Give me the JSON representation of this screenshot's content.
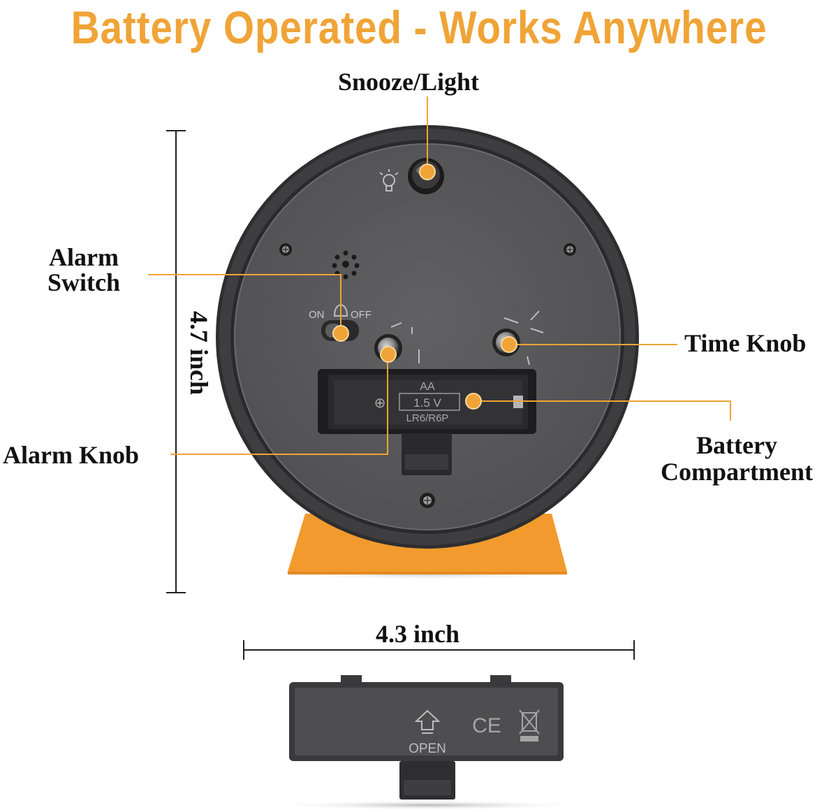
{
  "headline": {
    "text": "Battery Operated - Works Anywhere",
    "color": "#f0a437"
  },
  "labels": {
    "snooze_light": "Snooze/Light",
    "alarm_switch_line1": "Alarm",
    "alarm_switch_line2": "Switch",
    "time_knob": "Time Knob",
    "alarm_knob": "Alarm Knob",
    "battery_line1": "Battery",
    "battery_line2": "Compartment"
  },
  "dimensions": {
    "height": "4.7 inch",
    "width": "4.3 inch"
  },
  "clock_markings": {
    "switch_on": "ON",
    "switch_off": "OFF",
    "battery_type": "AA",
    "voltage": "1.5 V",
    "battery_code": "LR6/R6P",
    "plus_symbol": "⊕"
  },
  "lid_markings": {
    "open": "OPEN",
    "ce": "CE"
  },
  "colors": {
    "accent": "#f0a437",
    "clock_body": "#3c3c3e",
    "clock_face": "#5a5a5c",
    "stand": "#f29a2e",
    "lid": "#4a4a4c"
  },
  "icons": {
    "snooze": "bulb-icon",
    "speaker": "speaker-grille-icon",
    "bell": "bell-icon",
    "screw": "screw-icon",
    "recycle": "crossed-bin-icon"
  }
}
